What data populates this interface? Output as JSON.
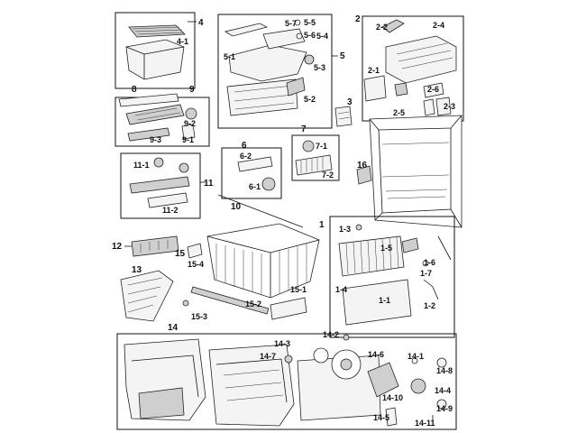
{
  "diagram": {
    "colors": {
      "line": "#111111",
      "part_fill": "#f4f4f4",
      "part_dark": "#cfcfcf",
      "background": "#ffffff"
    },
    "callouts": {
      "c4": "4",
      "c4_1": "4-1",
      "c5": "5",
      "c5_1": "5-1",
      "c5_2": "5-2",
      "c5_3": "5-3",
      "c5_4": "5-4",
      "c5_5": "5-5",
      "c5_6": "5-6",
      "c5_7": "5-7",
      "c2": "2",
      "c2_1": "2-1",
      "c2_2": "2-2",
      "c2_3": "2-3",
      "c2_4": "2-4",
      "c2_5": "2-5",
      "c2_6": "2-6",
      "c3": "3",
      "c8": "8",
      "c9": "9",
      "c9_1": "9-1",
      "c9_2": "9-2",
      "c9_3": "9-3",
      "c6": "6",
      "c6_1": "6-1",
      "c6_2": "6-2",
      "c7": "7",
      "c7_1": "7-1",
      "c7_2": "7-2",
      "c11": "11",
      "c11_1": "11-1",
      "c11_2": "11-2",
      "c10": "10",
      "c16": "16",
      "c1": "1",
      "c1_1": "1-1",
      "c1_2": "1-2",
      "c1_3": "1-3",
      "c1_4": "1-4",
      "c1_5": "1-5",
      "c1_6": "1-6",
      "c1_7": "1-7",
      "c12": "12",
      "c13": "13",
      "c15": "15",
      "c15_1": "15-1",
      "c15_2": "15-2",
      "c15_3": "15-3",
      "c15_4": "15-4",
      "c14": "14",
      "c14_1": "14-1",
      "c14_2": "14-2",
      "c14_3": "14-3",
      "c14_4": "14-4",
      "c14_5": "14-5",
      "c14_6": "14-6",
      "c14_7": "14-7",
      "c14_8": "14-8",
      "c14_9": "14-9",
      "c14_10": "14-10",
      "c14_11": "14-11"
    }
  }
}
